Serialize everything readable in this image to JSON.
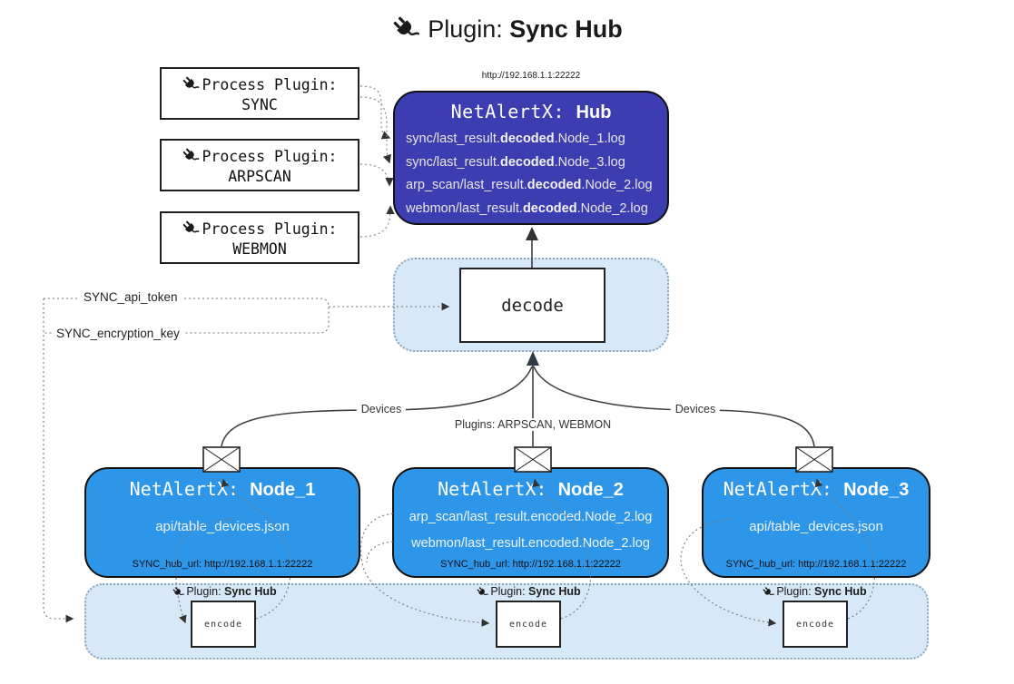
{
  "title": {
    "icon": "plug-icon",
    "prefix": "Plugin: ",
    "name": "Sync Hub"
  },
  "hub": {
    "url": "http://192.168.1.1:22222",
    "name_prefix": "NetAlertX: ",
    "name": "Hub",
    "lines": [
      {
        "pre": "sync/last_result.",
        "bold": "decoded",
        "post": ".Node_1.log"
      },
      {
        "pre": "sync/last_result.",
        "bold": "decoded",
        "post": ".Node_3.log"
      },
      {
        "pre": "arp_scan/last_result.",
        "bold": "decoded",
        "post": ".Node_2.log"
      },
      {
        "pre": "webmon/last_result.",
        "bold": "decoded",
        "post": ".Node_2.log"
      }
    ]
  },
  "process_plugins": [
    {
      "title": "Process Plugin:",
      "name": "SYNC"
    },
    {
      "title": "Process Plugin:",
      "name": "ARPSCAN"
    },
    {
      "title": "Process Plugin:",
      "name": "WEBMON"
    }
  ],
  "decode_label": "decode",
  "tokens": {
    "api_token": "SYNC_api_token",
    "encryption_key": "SYNC_encryption_key"
  },
  "edge_labels": {
    "devices_left": "Devices",
    "devices_right": "Devices",
    "plugins_mid": "Plugins: ARPSCAN, WEBMON"
  },
  "nodes": [
    {
      "name_prefix": "NetAlertX: ",
      "name": "Node_1",
      "lines": [
        "api/table_devices.json"
      ],
      "hub_url": "SYNC_hub_url: http://192.168.1.1:22222"
    },
    {
      "name_prefix": "NetAlertX: ",
      "name": "Node_2",
      "lines": [
        "arp_scan/last_result.encoded.Node_2.log",
        "webmon/last_result.encoded.Node_2.log"
      ],
      "hub_url": "SYNC_hub_url: http://192.168.1.1:22222"
    },
    {
      "name_prefix": "NetAlertX: ",
      "name": "Node_3",
      "lines": [
        "api/table_devices.json"
      ],
      "hub_url": "SYNC_hub_url: http://192.168.1.1:22222"
    }
  ],
  "encode_band": {
    "plugin_prefix": "Plugin: ",
    "plugin_name": "Sync Hub",
    "encode_label": "encode"
  },
  "colors": {
    "hub_bg": "#3d3db2",
    "node_bg": "#2e96e8",
    "band_bg": "#d7e8f9",
    "band_border": "#8aa5b8",
    "solid_line": "#404040",
    "dotted_line": "#777777"
  }
}
